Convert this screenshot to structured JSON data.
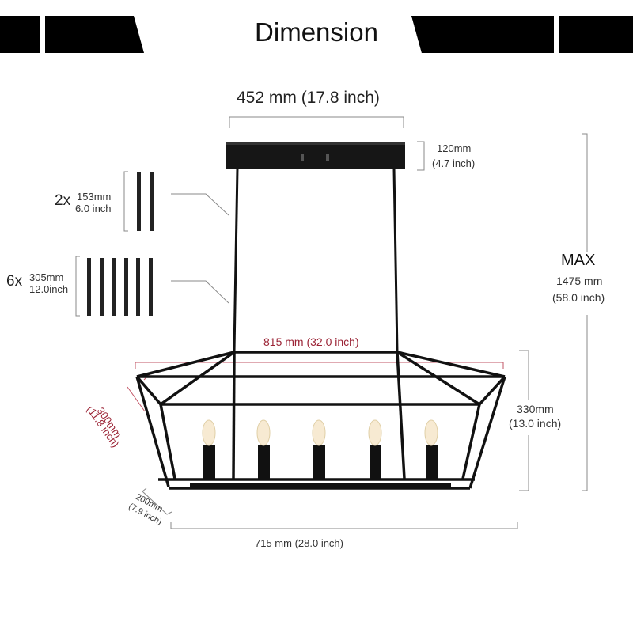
{
  "header": {
    "title": "Dimension"
  },
  "dimensions": {
    "canopy_width": "452 mm (17.8 inch)",
    "canopy_height_mm": "120mm",
    "canopy_height_in": "(4.7 inch)",
    "max_label": "MAX",
    "max_height_mm": "1475 mm",
    "max_height_in": "(58.0 inch)",
    "top_width": "815 mm (32.0 inch)",
    "body_height_mm": "330mm",
    "body_height_in": "(13.0 inch)",
    "top_depth_mm": "300mm",
    "top_depth_in": "(11.8 inch)",
    "bottom_depth_mm": "200mm",
    "bottom_depth_in": "(7.9 inch)",
    "bottom_width": "715 mm (28.0 inch)"
  },
  "rods": [
    {
      "count": "2x",
      "length_mm": "153mm",
      "length_in": "6.0 inch",
      "quantity": 2
    },
    {
      "count": "6x",
      "length_mm": "305mm",
      "length_in": "12.0inch",
      "quantity": 6
    }
  ],
  "colors": {
    "fixture": "#111111",
    "accent_red": "#9b2335",
    "dimension_line": "#888888"
  },
  "bulbs": 5
}
